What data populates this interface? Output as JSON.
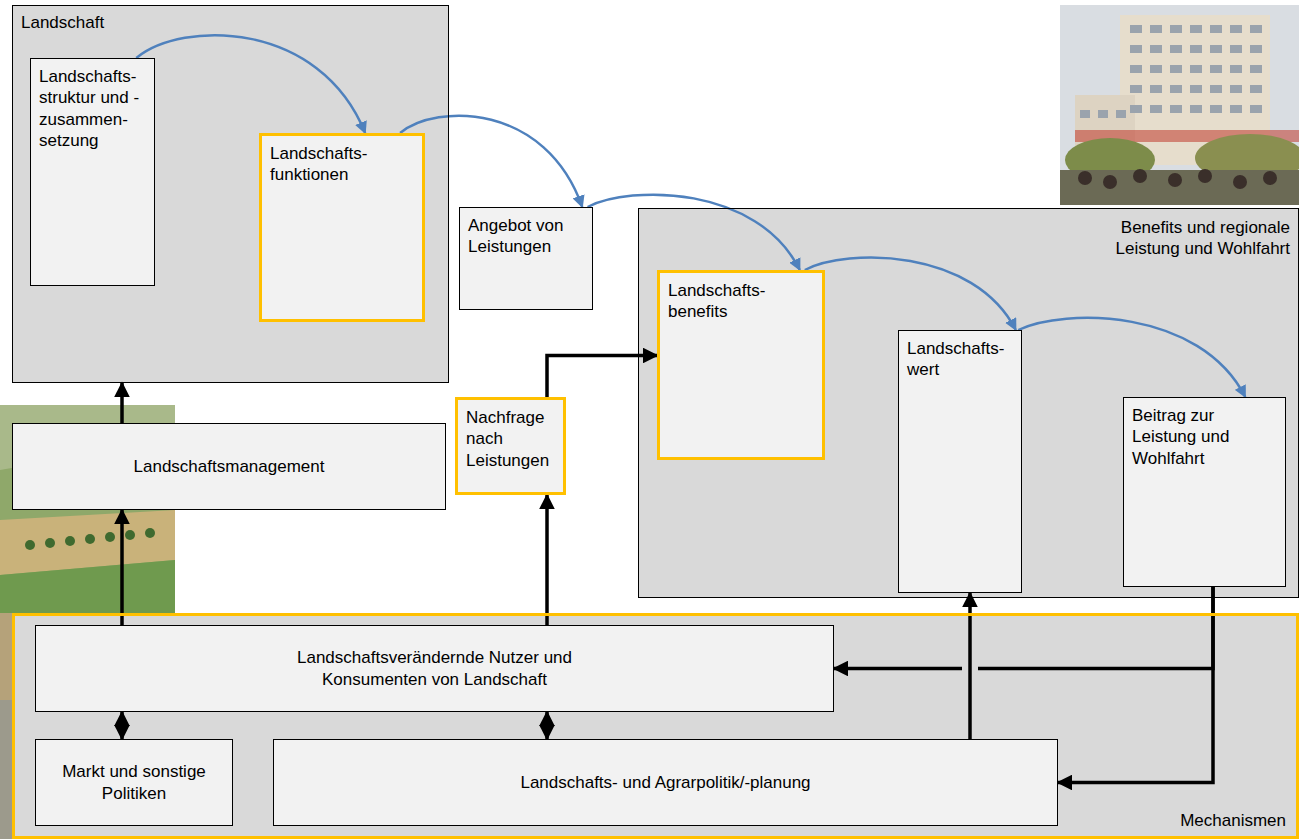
{
  "diagram": {
    "nodes": [
      {
        "text": [
          "Landschaft"
        ]
      },
      {
        "text": [
          "Landschafts- struktur und -zusammen- setzung"
        ],
        "in": 0
      },
      {
        "text": [
          "Landschafts- funktionen"
        ],
        "in": 0
      },
      {
        "text": [
          "Angebot von Leistungen"
        ]
      },
      {
        "text": [
          "Benefits und regionale Leistung und Wohlfahrt"
        ]
      },
      {
        "text": [
          "Landschafts- benefits"
        ],
        "in": 4
      },
      {
        "text": [
          "Landschafts- wert"
        ],
        "in": 4
      },
      {
        "text": [
          "Beitrag zur Leistung und Wohlfahrt"
        ],
        "in": 4
      },
      {
        "text": [
          "Landschaftsmanagement"
        ]
      },
      {
        "text": [
          "Nachfrage nach Leistungen"
        ]
      },
      {
        "text": [
          "Mechanismen"
        ]
      },
      {
        "text": [
          "Landschaftsverändernde Nutzer und Konsumenten von Landschaft"
        ],
        "in": 10
      },
      {
        "text": [
          "Markt und sonstige Politiken"
        ],
        "in": 10
      },
      {
        "text": [
          "Landschafts- und Agrarpolitik/-planung"
        ],
        "in": 10
      }
    ],
    "edges": [
      {
        "from": 1,
        "to": 2,
        "arrow": "to"
      },
      {
        "from": 2,
        "to": 3,
        "arrow": "to"
      },
      {
        "from": 3,
        "to": 5,
        "arrow": "to"
      },
      {
        "from": 5,
        "to": 6,
        "arrow": "to"
      },
      {
        "from": 6,
        "to": 7,
        "arrow": "to"
      },
      {
        "from": 8,
        "to": 0,
        "arrow": "to"
      },
      {
        "from": 11,
        "to": 8,
        "arrow": "to"
      },
      {
        "from": 11,
        "to": 12,
        "arrow": "both"
      },
      {
        "from": 11,
        "to": 9,
        "arrow": "to"
      },
      {
        "from": 11,
        "to": 13,
        "arrow": "both"
      },
      {
        "from": 9,
        "to": 5,
        "arrow": "to"
      },
      {
        "from": 13,
        "to": 6,
        "arrow": "to"
      },
      {
        "from": 7,
        "to": 11,
        "arrow": "to"
      },
      {
        "from": 7,
        "to": 13,
        "arrow": "to"
      }
    ]
  }
}
